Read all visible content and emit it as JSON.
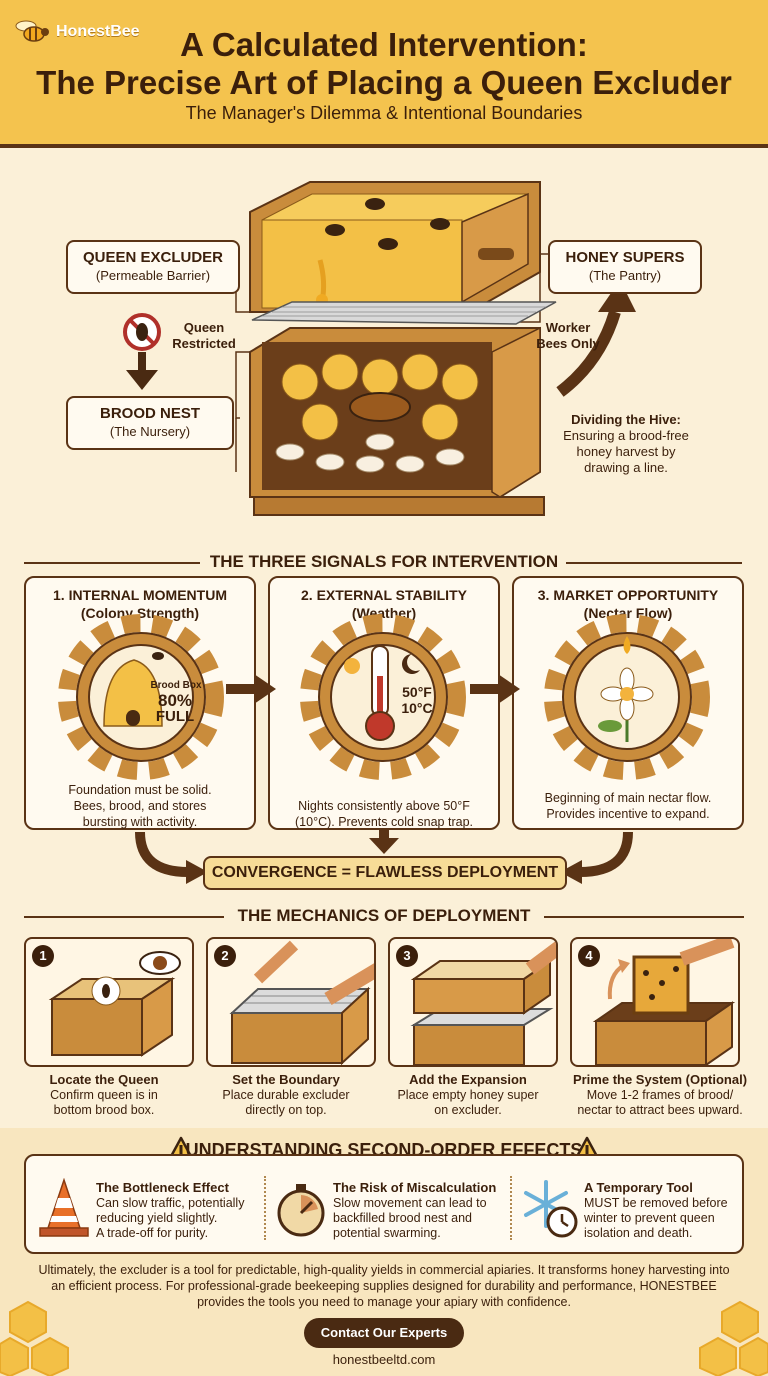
{
  "header": {
    "logo_text": "HonestBee",
    "title_line1": "A Calculated Intervention:",
    "title_line2": "The Precise Art of Placing a Queen Excluder",
    "subtitle": "The Manager's Dilemma & Intentional Boundaries"
  },
  "hive": {
    "queen_excluder": {
      "title": "QUEEN EXCLUDER",
      "sub": "(Permeable Barrier)"
    },
    "honey_supers": {
      "title": "HONEY SUPERS",
      "sub": "(The Pantry)"
    },
    "brood_nest": {
      "title": "BROOD NEST",
      "sub": "(The Nursery)"
    },
    "queen_restricted": [
      "Queen",
      "Restricted"
    ],
    "worker_bees": [
      "Worker",
      "Bees Only"
    ],
    "dividing_title": "Dividing the Hive:",
    "dividing_desc": [
      "Ensuring a brood-free",
      "honey harvest by",
      "drawing a line."
    ]
  },
  "signals": {
    "heading": "THE THREE SIGNALS FOR INTERVENTION",
    "items": [
      {
        "title": "1. INTERNAL MOMENTUM",
        "sub": "(Colony Strength)",
        "desc": [
          "Foundation must be solid.",
          "Bees, brood, and stores",
          "bursting with activity."
        ]
      },
      {
        "title": "2. EXTERNAL STABILITY",
        "sub": "(Weather)",
        "desc": [
          "Nights consistently above 50°F",
          "(10°C). Prevents cold snap trap."
        ]
      },
      {
        "title": "3. MARKET OPPORTUNITY",
        "sub": "(Nectar Flow)",
        "desc": [
          "Beginning of main nectar flow.",
          "Provides incentive to expand."
        ]
      }
    ],
    "brood_box_label": "Brood Box",
    "brood_percent": "80%",
    "brood_full": "FULL",
    "temp_f": "50°F",
    "temp_c": "10°C",
    "convergence": "CONVERGENCE = FLAWLESS DEPLOYMENT"
  },
  "deployment": {
    "heading": "THE MECHANICS OF DEPLOYMENT",
    "steps": [
      {
        "num": "1",
        "title": "Locate the Queen",
        "desc": [
          "Confirm queen is in",
          "bottom brood box."
        ]
      },
      {
        "num": "2",
        "title": "Set the Boundary",
        "desc": [
          "Place durable excluder",
          "directly on top."
        ]
      },
      {
        "num": "3",
        "title": "Add the Expansion",
        "desc": [
          "Place empty honey super",
          "on excluder."
        ]
      },
      {
        "num": "4",
        "title": "Prime the System (Optional)",
        "desc": [
          "Move 1-2 frames of brood/",
          "nectar to attract bees upward."
        ]
      }
    ]
  },
  "effects": {
    "heading": "UNDERSTANDING SECOND-ORDER EFFECTS",
    "items": [
      {
        "title": "The Bottleneck Effect",
        "desc": [
          "Can slow traffic, potentially",
          "reducing yield slightly.",
          "A trade-off for purity."
        ]
      },
      {
        "title": "The Risk of Miscalculation",
        "desc": [
          "Slow movement can lead to",
          "backfilled brood nest and",
          "potential swarming."
        ]
      },
      {
        "title": "A Temporary Tool",
        "desc": [
          "MUST be removed before",
          "winter to prevent queen",
          "isolation and death."
        ]
      }
    ]
  },
  "closing": {
    "text": "Ultimately, the excluder is a tool for predictable, high-quality yields in commercial apiaries. It transforms honey harvesting into an efficient process. For professional-grade beekeeping supplies designed for durability and performance, HONESTBEE provides the tools you need to manage your apiary with confidence.",
    "button": "Contact Our Experts",
    "website": "honestbeeltd.com"
  }
}
